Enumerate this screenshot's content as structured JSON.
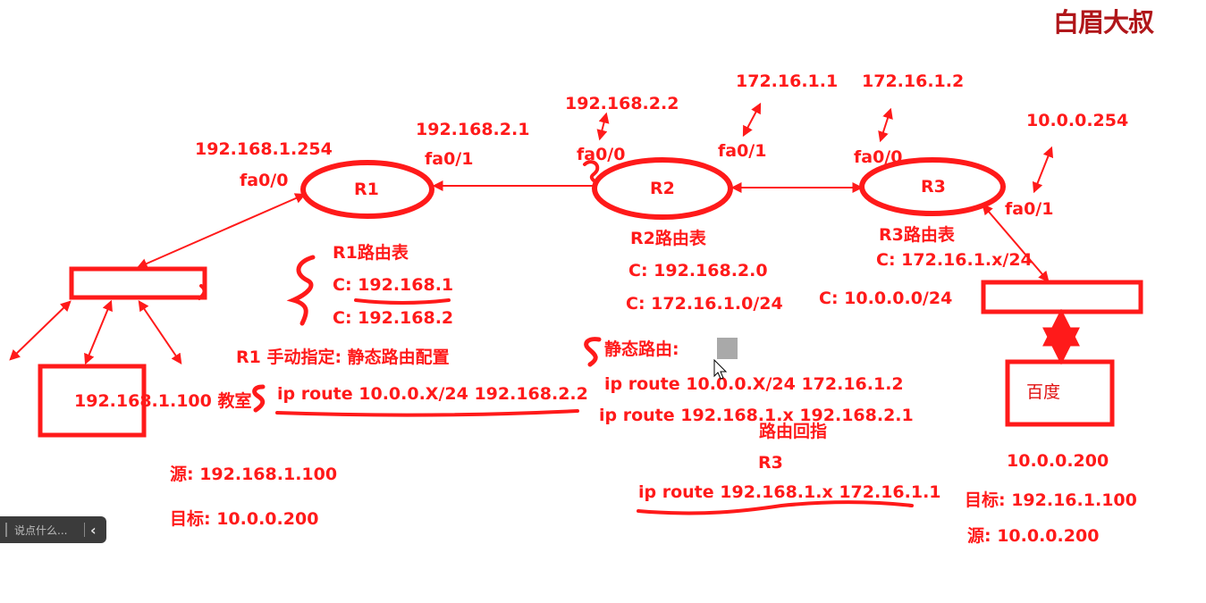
{
  "brand": "白眉大叔",
  "chat": {
    "placeholder": "说点什么..."
  },
  "routers": {
    "r1": "R1",
    "r2": "R2",
    "r3": "R3"
  },
  "interfaces": {
    "r1_fa00_ip": "192.168.1.254",
    "r1_fa00": "fa0/0",
    "r1_fa01_ip": "192.168.2.1",
    "r1_fa01": "fa0/1",
    "r2_fa00_ip": "192.168.2.2",
    "r2_fa00": "fa0/0",
    "r2_fa01_ip": "172.16.1.1",
    "r2_fa01": "fa0/1",
    "r3_fa00_ip": "172.16.1.2",
    "r3_fa00": "fa0/0",
    "r3_fa01_ip": "10.0.0.254",
    "r3_fa01": "fa0/1"
  },
  "r1_table": {
    "title": "R1路由表",
    "c1": "C: 192.168.1",
    "c2": "C: 192.168.2"
  },
  "r2_table": {
    "title": "R2路由表",
    "c1": "C: 192.168.2.0",
    "c2": "C: 172.16.1.0/24"
  },
  "r3_table": {
    "title": "R3路由表",
    "c1": "C: 172.16.1.x/24",
    "c2": "C: 10.0.0.0/24"
  },
  "r1_static": {
    "title": "R1  手动指定: 静态路由配置",
    "route": "ip route 10.0.0.X/24  192.168.2.2"
  },
  "r2_static": {
    "title": "静态路由:",
    "route1": "ip route 10.0.0.X/24 172.16.1.2",
    "route2": "ip route 192.168.1.x  192.168.2.1"
  },
  "r3_static": {
    "note": "路由回指",
    "router": "R3",
    "route": "ip route 192.168.1.x  172.16.1.1"
  },
  "classroom": {
    "host": "192.168.1.100 教室",
    "src": "源: 192.168.1.100",
    "dst": "目标: 10.0.0.200"
  },
  "baidu": {
    "label": "百度",
    "ip": "10.0.0.200",
    "dst": "目标: 192.16.1.100",
    "src": "源: 10.0.0.200"
  },
  "colors": {
    "ink": "#ff1a1a",
    "brand": "#b0161a"
  }
}
